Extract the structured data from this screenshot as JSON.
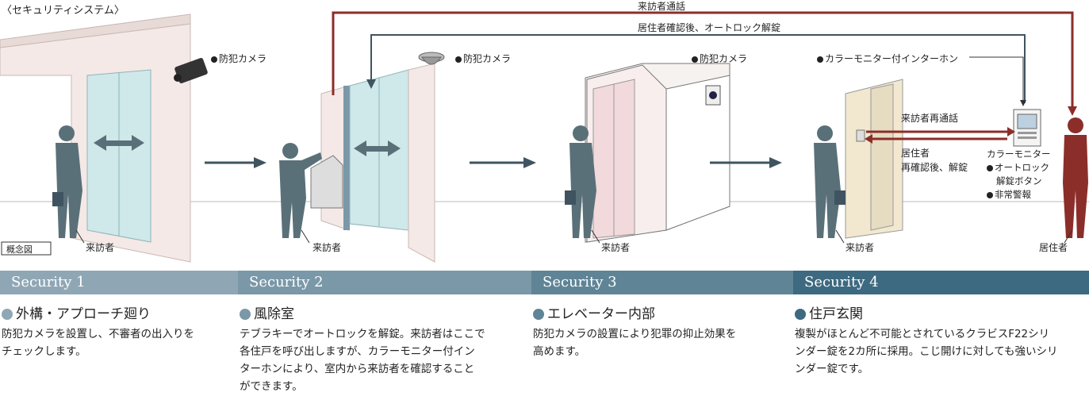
{
  "title": "〈セキュリティシステム〉",
  "flow_labels": {
    "visitor_call": "来訪者通話",
    "resident_confirm_unlock": "居住者確認後、オートロック解錠",
    "visitor_recall": "来訪者再通話",
    "resident_reconfirm_unlock": "居住者\n再確認後、解錠"
  },
  "camera_label": "防犯カメラ",
  "intercom_label": "カラーモニター付インターホン",
  "monitor_callout": {
    "line1": "カラーモニター",
    "line2": "オートロック",
    "line3": "解錠ボタン",
    "line4": "非常警報"
  },
  "concept_tag": "概念図",
  "visitor_label": "来訪者",
  "resident_label": "居住者",
  "colors": {
    "band1": "#8fa7b5",
    "band2": "#7a98a8",
    "band3": "#5f8496",
    "band4": "#3d6a80",
    "red_arrow": "#8b2e2a",
    "dark_arrow": "#3f5460",
    "figure": "#5a7079",
    "resident_figure": "#8b2e2a"
  },
  "sections": [
    {
      "band": "Security 1",
      "heading": "外構・アプローチ廻り",
      "body": "防犯カメラを設置し、不審者の出入りを\nチェックします。"
    },
    {
      "band": "Security 2",
      "heading": "風除室",
      "body": "テブラキーでオートロックを解錠。来訪者はここで\n各住戸を呼び出しますが、カラーモニター付イン\nターホンにより、室内から来訪者を確認すること\nができます。"
    },
    {
      "band": "Security 3",
      "heading": "エレベーター内部",
      "body": "防犯カメラの設置により犯罪の抑止効果を\n高めます。"
    },
    {
      "band": "Security 4",
      "heading": "住戸玄関",
      "body": "複製がほとんど不可能とされているクラビスF22シリ\nンダー錠を2カ所に採用。こじ開けに対しても強いシリ\nンダー錠です。"
    }
  ]
}
